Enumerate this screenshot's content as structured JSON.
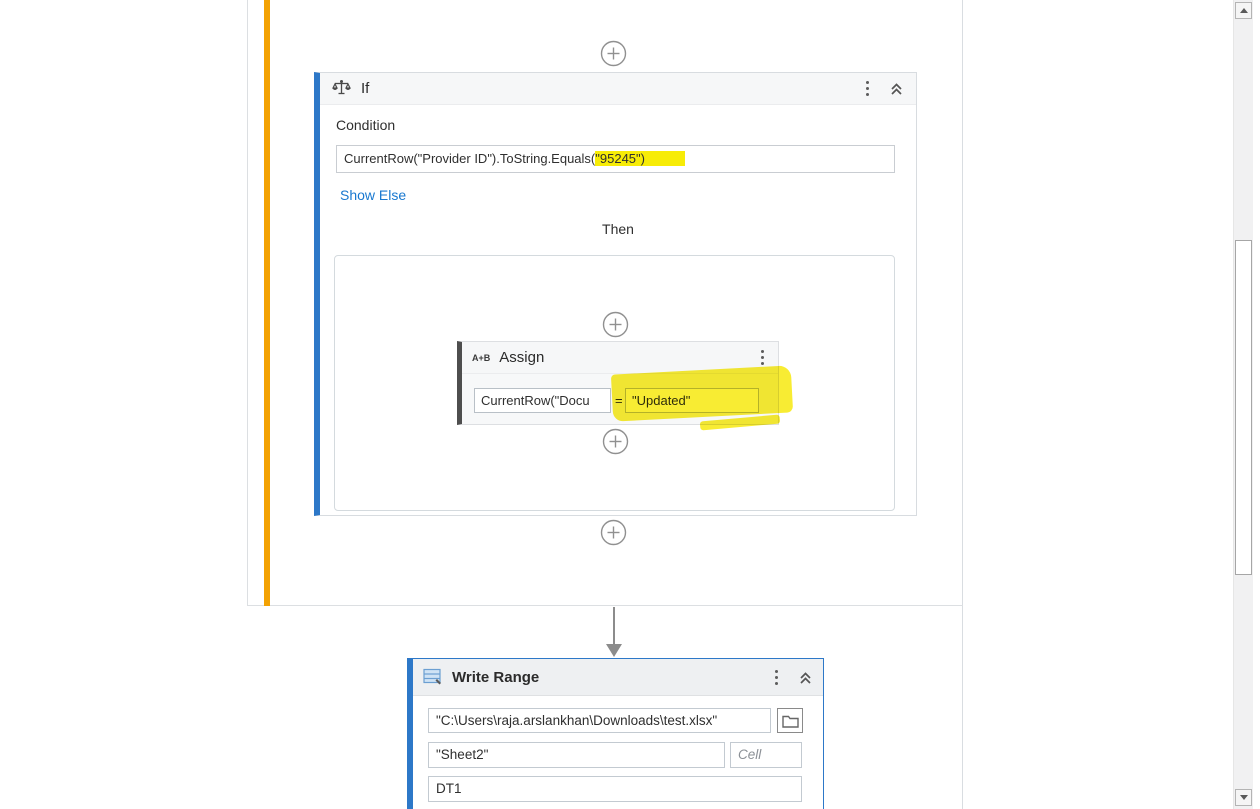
{
  "colors": {
    "accent_blue": "#2d78c8",
    "accent_orange": "#f3a204",
    "highlight_yellow": "#f7ec07",
    "assign_accent_gray": "#4e4e4e",
    "link_blue": "#1878d0"
  },
  "if_activity": {
    "title": "If",
    "icon": "scales-icon",
    "condition_label": "Condition",
    "condition_prefix": "CurrentRow(\"Provider ID\").ToString.Equals(",
    "condition_highlighted": "\"95245\")",
    "show_else_label": "Show Else",
    "then_label": "Then"
  },
  "assign_activity": {
    "title": "Assign",
    "icon_label": "A+B",
    "left_operand": "CurrentRow(\"Docu",
    "operator": "=",
    "right_operand": "\"Updated\""
  },
  "write_range_activity": {
    "title": "Write Range",
    "icon": "excel-table-icon",
    "workbook_path": "\"C:\\Users\\raja.arslankhan\\Downloads\\test.xlsx\"",
    "sheet_name": "\"Sheet2\"",
    "cell_placeholder": "Cell",
    "data_table": "DT1"
  }
}
